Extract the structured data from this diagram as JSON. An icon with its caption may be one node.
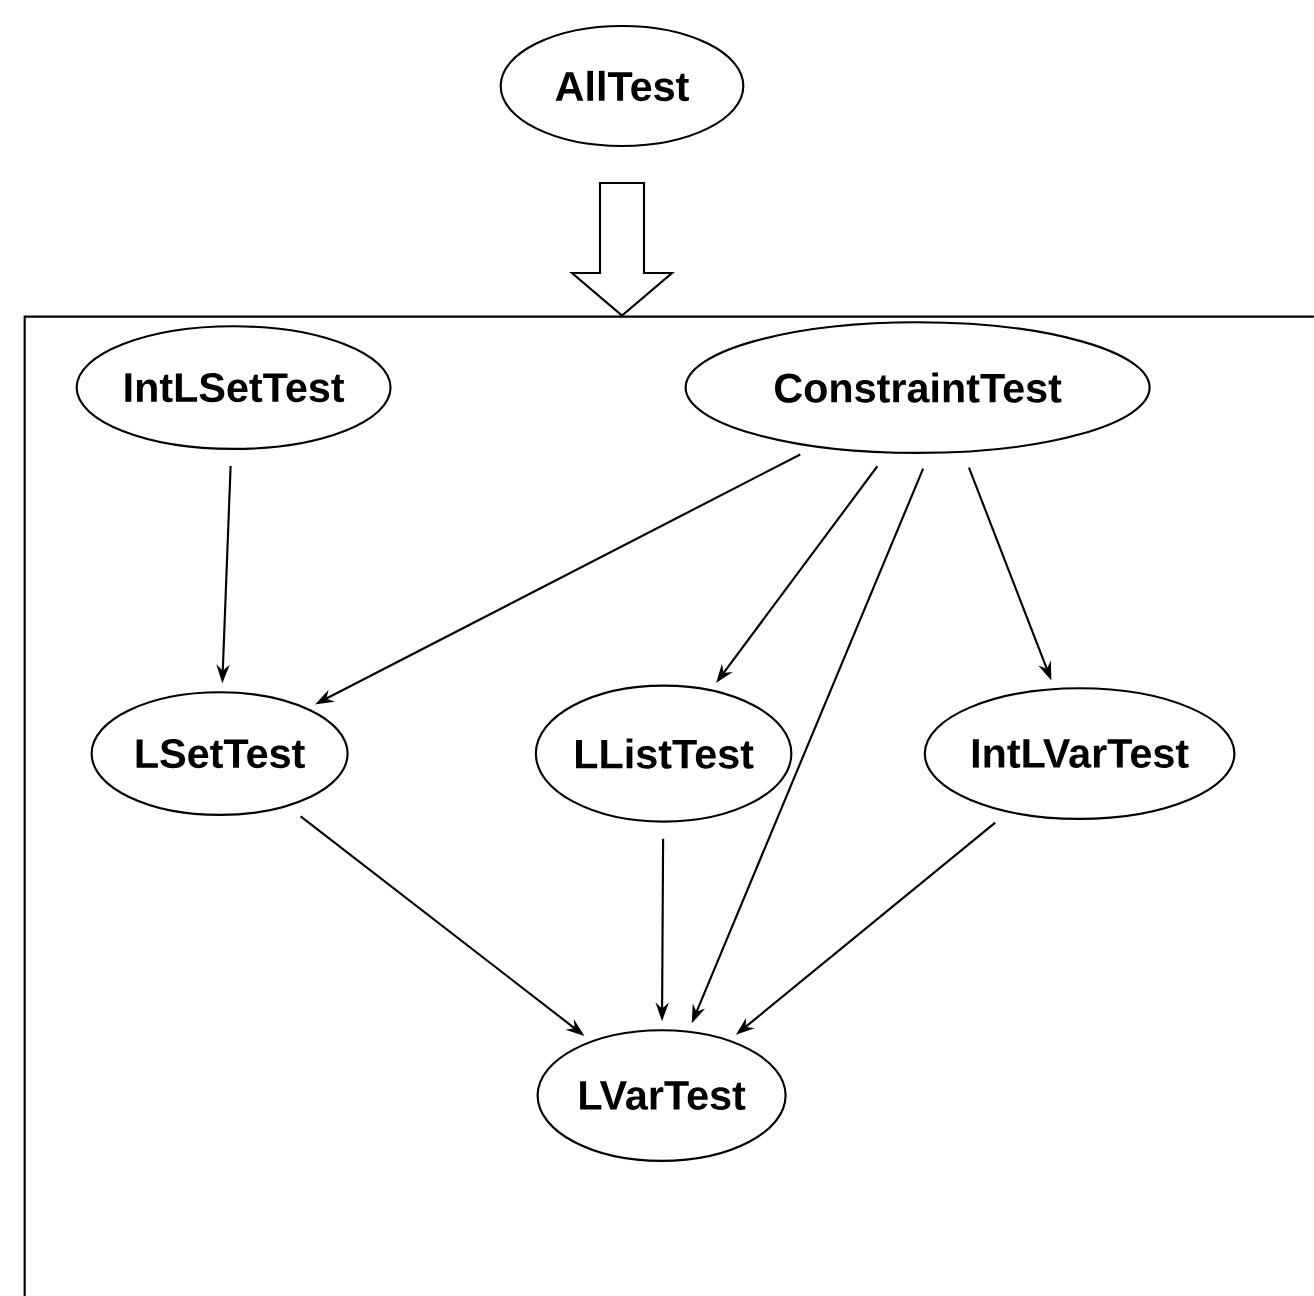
{
  "diagram": {
    "nodes": [
      {
        "text": [
          "AllTest"
        ]
      },
      {
        "text": [],
        "shape": "box"
      },
      {
        "text": [
          "IntLSetTest"
        ],
        "in": 1
      },
      {
        "text": [
          "ConstraintTest"
        ],
        "in": 1
      },
      {
        "text": [
          "LSetTest"
        ],
        "in": 1
      },
      {
        "text": [
          "LListTest"
        ],
        "in": 1
      },
      {
        "text": [
          "IntLVarTest"
        ],
        "in": 1
      },
      {
        "text": [
          "LVarTest"
        ],
        "in": 1
      }
    ],
    "edges": [
      {
        "from": 0,
        "to": 1,
        "arrow": "to",
        "style": "thick"
      },
      {
        "from": 2,
        "to": 4,
        "arrow": "to"
      },
      {
        "from": 3,
        "to": 4,
        "arrow": "to"
      },
      {
        "from": 3,
        "to": 5,
        "arrow": "to"
      },
      {
        "from": 3,
        "to": 7,
        "arrow": "to"
      },
      {
        "from": 3,
        "to": 6,
        "arrow": "to"
      },
      {
        "from": 4,
        "to": 7,
        "arrow": "to"
      },
      {
        "from": 5,
        "to": 7,
        "arrow": "to"
      },
      {
        "from": 6,
        "to": 7,
        "arrow": "to"
      }
    ]
  }
}
